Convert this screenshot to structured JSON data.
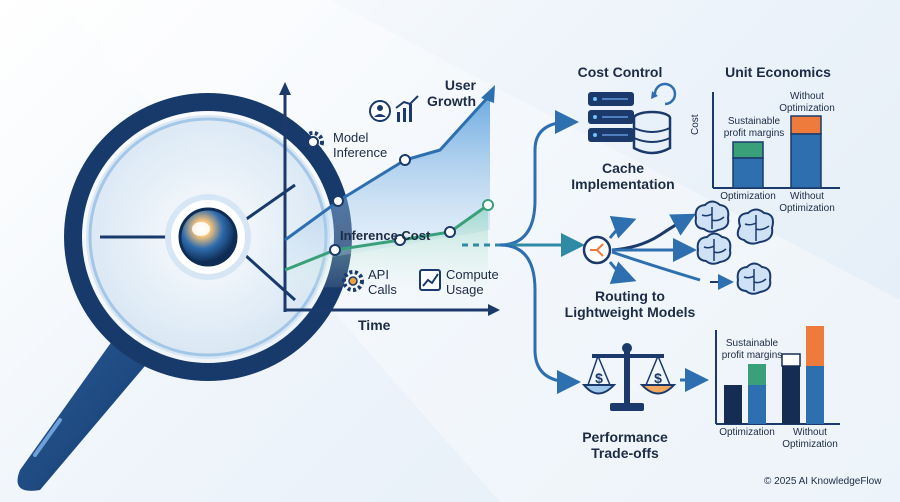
{
  "growth_chart": {
    "user_growth": "User\nGrowth",
    "model_inference": "Model\nInference",
    "inference_cost": "Inference Cost",
    "api_calls": "API\nCalls",
    "compute_usage": "Compute\nUsage",
    "time_axis": "Time"
  },
  "cost_control": {
    "title": "Cost Control",
    "cache_label": "Cache\nImplementation"
  },
  "routing": {
    "label": "Routing to\nLightweight Models"
  },
  "tradeoffs": {
    "label": "Performance\nTrade-offs"
  },
  "unit_economics": {
    "title": "Unit Economics",
    "without_top": "Without\nOptimization",
    "sustainable": "Sustainable\nprofit margins",
    "y_axis": "Cost",
    "cat_optimization": "Optimization",
    "cat_without": "Without\nOptimization"
  },
  "bottom_chart": {
    "sustainable": "Sustainable\nprofit margins",
    "cat_optimization": "Optimization",
    "cat_without": "Without\nOptimization"
  },
  "footer": {
    "copyright": "© 2025 AI KnowledgeFlow"
  },
  "colors": {
    "navy": "#1b3a6b",
    "blue": "#2e6fb0",
    "green": "#3aa07a",
    "teal": "#5bb5a2",
    "orange": "#ee7a3c"
  }
}
